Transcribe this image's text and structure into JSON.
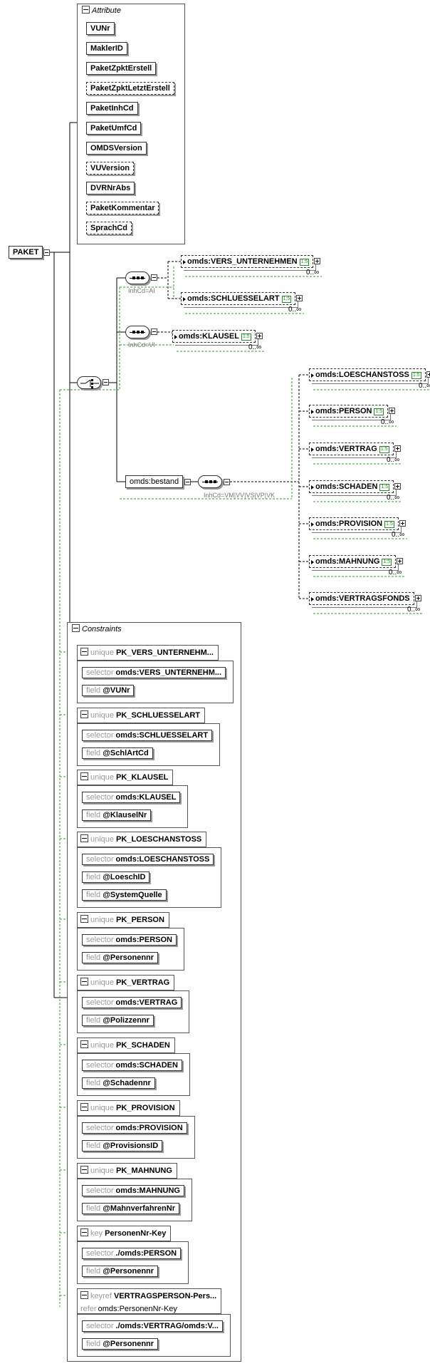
{
  "root": {
    "label": "PAKET"
  },
  "attributes": {
    "title": "Attribute",
    "items": [
      {
        "label": "VUNr",
        "optional": false
      },
      {
        "label": "MaklerID",
        "optional": false
      },
      {
        "label": "PaketZpktErstell",
        "optional": false
      },
      {
        "label": "PaketZpktLetztErstell",
        "optional": true
      },
      {
        "label": "PaketInhCd",
        "optional": false
      },
      {
        "label": "PaketUmfCd",
        "optional": false
      },
      {
        "label": "OMDSVersion",
        "optional": false
      },
      {
        "label": "VUVersion",
        "optional": true
      },
      {
        "label": "DVRNrAbs",
        "optional": false
      },
      {
        "label": "PaketKommentar",
        "optional": true
      },
      {
        "label": "SprachCd",
        "optional": true
      }
    ]
  },
  "choice": {
    "branches": [
      {
        "note": "InhCd=AI",
        "elements": [
          {
            "label": "omds:VERS_UNTERNEHMEN",
            "ext": "1:5",
            "card": "0..∞"
          },
          {
            "label": "omds:SCHLUESSELART",
            "ext": "1:5",
            "card": "0..∞"
          }
        ]
      },
      {
        "note": "InhCd=VI",
        "elements": [
          {
            "label": "omds:KLAUSEL",
            "ext": "1:5",
            "card": "0..∞"
          }
        ]
      }
    ],
    "bestand": {
      "label": "omds:bestand",
      "note": "InhCd=VM|VV|VS|VP|VK",
      "elements": [
        {
          "label": "omds:LOESCHANSTOSS",
          "ext": "1:5",
          "card": "0..∞"
        },
        {
          "label": "omds:PERSON",
          "ext": "1:5",
          "card": "0..∞"
        },
        {
          "label": "omds:VERTRAG",
          "ext": "1:5",
          "card": "0..∞"
        },
        {
          "label": "omds:SCHADEN",
          "ext": "1:5",
          "card": "0..∞"
        },
        {
          "label": "omds:PROVISION",
          "ext": "1:5",
          "card": "0..∞"
        },
        {
          "label": "omds:MAHNUNG",
          "ext": "1:5",
          "card": "0..∞"
        },
        {
          "label": "omds:VERTRAGSFONDS",
          "ext": "",
          "card": "0..∞"
        }
      ]
    }
  },
  "constraints": {
    "title": "Constraints",
    "items": [
      {
        "kind": "unique",
        "name": "PK_VERS_UNTERNEHM...",
        "selector": "omds:VERS_UNTERNEHM...",
        "fields": [
          "@VUNr"
        ]
      },
      {
        "kind": "unique",
        "name": "PK_SCHLUESSELART",
        "selector": "omds:SCHLUESSELART",
        "fields": [
          "@SchlArtCd"
        ]
      },
      {
        "kind": "unique",
        "name": "PK_KLAUSEL",
        "selector": "omds:KLAUSEL",
        "fields": [
          "@KlauselNr"
        ]
      },
      {
        "kind": "unique",
        "name": "PK_LOESCHANSTOSS",
        "selector": "omds:LOESCHANSTOSS",
        "fields": [
          "@LoeschID",
          "@SystemQuelle"
        ]
      },
      {
        "kind": "unique",
        "name": "PK_PERSON",
        "selector": "omds:PERSON",
        "fields": [
          "@Personennr"
        ]
      },
      {
        "kind": "unique",
        "name": "PK_VERTRAG",
        "selector": "omds:VERTRAG",
        "fields": [
          "@Polizzennr"
        ]
      },
      {
        "kind": "unique",
        "name": "PK_SCHADEN",
        "selector": "omds:SCHADEN",
        "fields": [
          "@Schadennr"
        ]
      },
      {
        "kind": "unique",
        "name": "PK_PROVISION",
        "selector": "omds:PROVISION",
        "fields": [
          "@ProvisionsID"
        ]
      },
      {
        "kind": "unique",
        "name": "PK_MAHNUNG",
        "selector": "omds:MAHNUNG",
        "fields": [
          "@MahnverfahrenNr"
        ]
      },
      {
        "kind": "key",
        "name": "PersonenNr-Key",
        "selector": "./omds:PERSON",
        "fields": [
          "@Personennr"
        ]
      },
      {
        "kind": "keyref",
        "name": "VERTRAGSPERSON-Pers...",
        "refer": "omds:PersonenNr-Key",
        "selector": "./omds:VERTRAG/omds:V...",
        "fields": [
          "@Personennr"
        ]
      }
    ],
    "labels": {
      "selector": "selector",
      "field": "field",
      "refer": "refer"
    }
  }
}
